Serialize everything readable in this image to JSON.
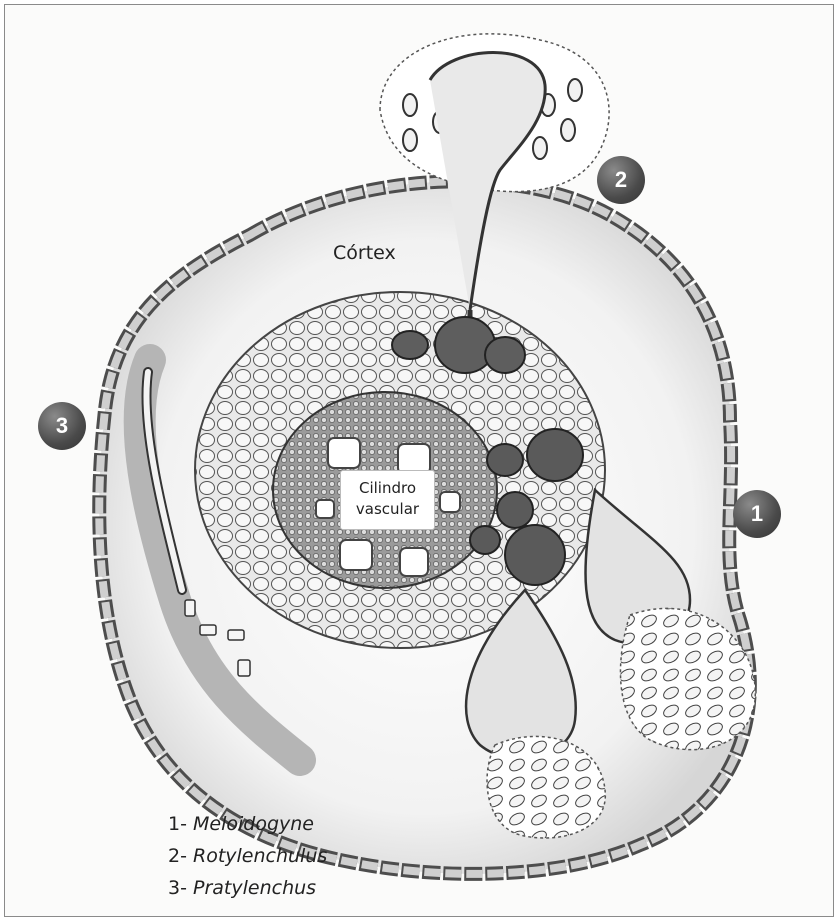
{
  "labels": {
    "cortex": "Córtex",
    "vascular_cylinder": "Cilindro vascular"
  },
  "badges": [
    "1",
    "2",
    "3"
  ],
  "legend": [
    {
      "num": "1-",
      "name": "Meloidogyne"
    },
    {
      "num": "2-",
      "name": "Rotylenchulus"
    },
    {
      "num": "3-",
      "name": "Pratylenchus"
    }
  ]
}
